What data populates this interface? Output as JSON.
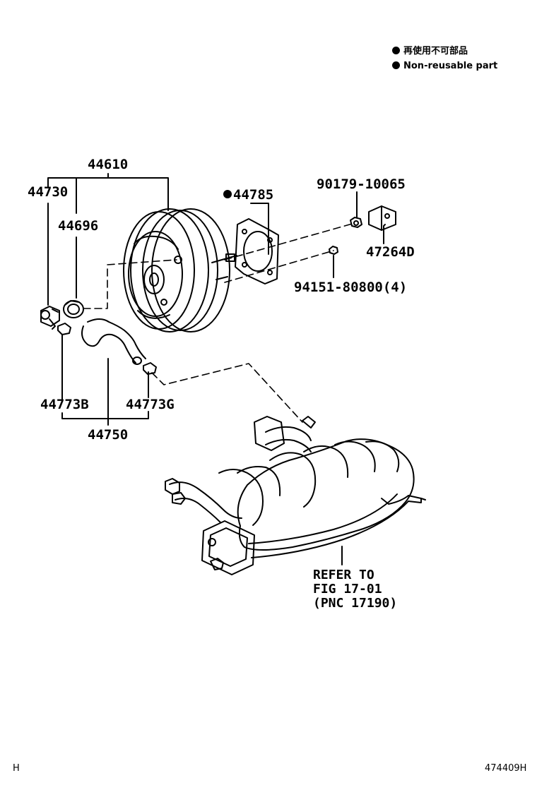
{
  "legend": {
    "items": [
      {
        "icon": "filled-circle-icon",
        "text": "再使用不可部品"
      },
      {
        "icon": "filled-circle-icon",
        "text": "Non-reusable part"
      }
    ]
  },
  "parts": {
    "p44610": "44610",
    "p44730": "44730",
    "p44696": "44696",
    "p44785": "44785",
    "p44785_marker": "filled-circle-icon",
    "p90179": "90179-10065",
    "p47264D": "47264D",
    "p94151": "94151-80800(4)",
    "p44773B": "44773B",
    "p44773G": "44773G",
    "p44750": "44750"
  },
  "reference": {
    "line1": "REFER TO",
    "line2": "FIG 17-01",
    "line3": "(PNC 17190)"
  },
  "footer": {
    "left_code": "H",
    "figure_id": "474409H"
  }
}
